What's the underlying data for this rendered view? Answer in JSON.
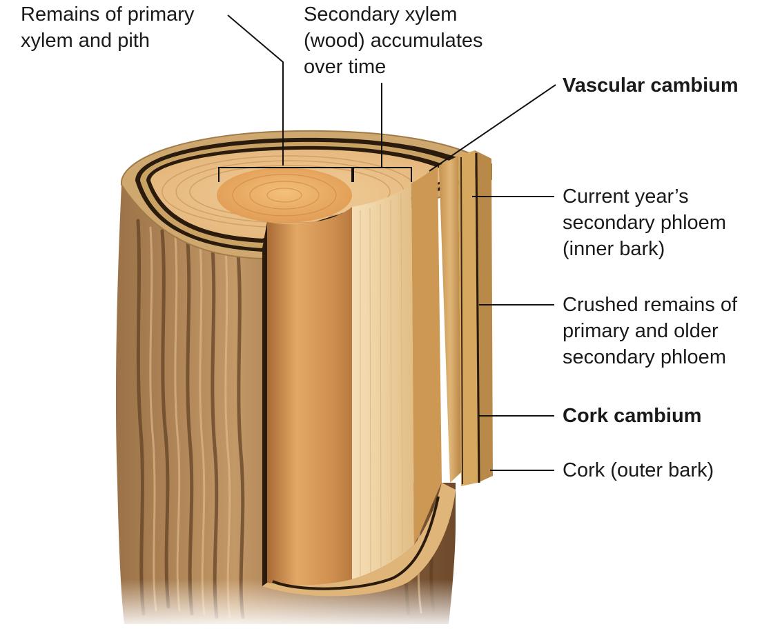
{
  "labels": {
    "primary_xylem_pith": {
      "line1": "Remains of primary",
      "line2": "xylem and pith"
    },
    "secondary_xylem": {
      "line1": "Secondary xylem",
      "line2": "(wood) accumulates",
      "line3": "over time"
    },
    "vascular_cambium": "Vascular cambium",
    "current_phloem": {
      "line1": "Current year’s",
      "line2": "secondary phloem",
      "line3": "(inner bark)"
    },
    "crushed_phloem": {
      "line1": "Crushed remains of",
      "line2": "primary and older",
      "line3": "secondary phloem"
    },
    "cork_cambium": "Cork cambium",
    "cork": "Cork (outer bark)"
  },
  "colors": {
    "bark_dark": "#7a5232",
    "bark_mid": "#a57a4e",
    "bark_light": "#d3ad78",
    "wood_light": "#f1d6aa",
    "wood_mid": "#e2b27a",
    "heart": "#e7a762",
    "cambium_dark": "#2b1d10",
    "leader": "#111111"
  }
}
